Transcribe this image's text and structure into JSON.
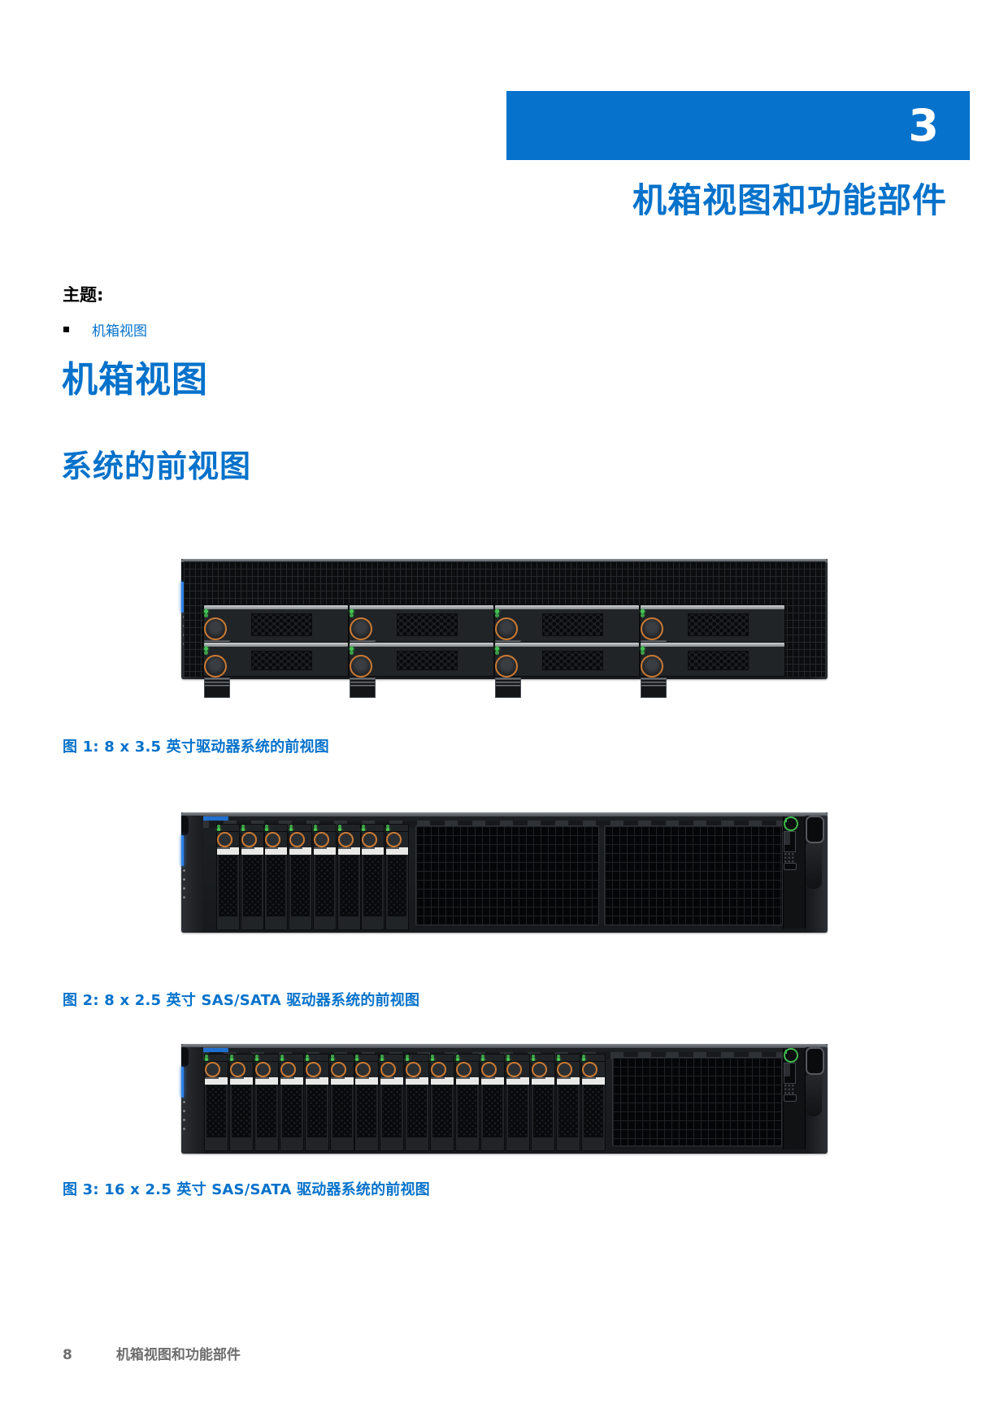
{
  "page": {
    "chapter_number": "3",
    "chapter_title": "机箱视图和功能部件",
    "topics_label": "主题:",
    "topics": [
      {
        "label": "机箱视图"
      }
    ],
    "h1": "机箱视图",
    "h2": "系统的前视图",
    "footer": {
      "page_number": "8",
      "text": "机箱视图和功能部件"
    }
  },
  "figures": [
    {
      "caption": "图 1: 8 x 3.5 英寸驱动器系统的前视图",
      "bay_format": "8x3.5",
      "drive_count": 8,
      "drive_size_in": "3.5"
    },
    {
      "caption": "图 2: 8 x 2.5 英寸 SAS/SATA 驱动器系统的前视图",
      "bay_format": "8x2.5",
      "drive_count": 8,
      "drive_size_in": "2.5"
    },
    {
      "caption": "图 3: 16 x 2.5 英寸 SAS/SATA 驱动器系统的前视图",
      "bay_format": "16x2.5",
      "drive_count": 16,
      "drive_size_in": "2.5"
    }
  ],
  "colors": {
    "accent_blue": "#0672CB",
    "banner_blue": "#0672CB",
    "footer_gray": "#6E6E6E",
    "led_green": "#41BD4E",
    "drive_handle_orange": "#CC7A33",
    "identify_led_blue": "#2F82E8",
    "chassis_dark": "#1b1e21"
  },
  "icons": {
    "power-button-icon": "green-ring-circle-with-bar",
    "usb-port-icon": "dark-vertical-socket",
    "vga-port-icon": "rounded-socket-with-pin-dots",
    "micro-usb-port-icon": "small-rounded-socket",
    "drive-release-button-icon": "orange-ring-circle",
    "drive-activity-led": "green-dot",
    "drive-status-led": "green-dot",
    "identify-led-bar": "blue-vertical-bar",
    "topic-bullet": "black-square"
  }
}
